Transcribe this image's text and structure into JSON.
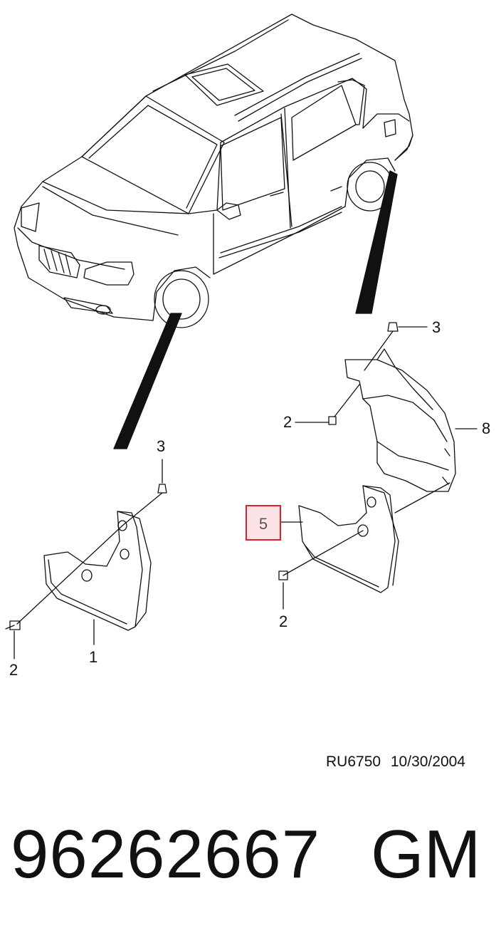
{
  "callouts": {
    "c1": "1",
    "c2_left": "2",
    "c3_left": "3",
    "c2_upper_right": "2",
    "c3_right": "3",
    "c8": "8",
    "c5": "5",
    "c2_lower_right": "2"
  },
  "drawing_ref": "RU6750  10/30/2004",
  "part_number": "96262667",
  "brand": "GM",
  "colors": {
    "highlight_border": "#e0202c",
    "highlight_fill": "#fde3e6"
  }
}
